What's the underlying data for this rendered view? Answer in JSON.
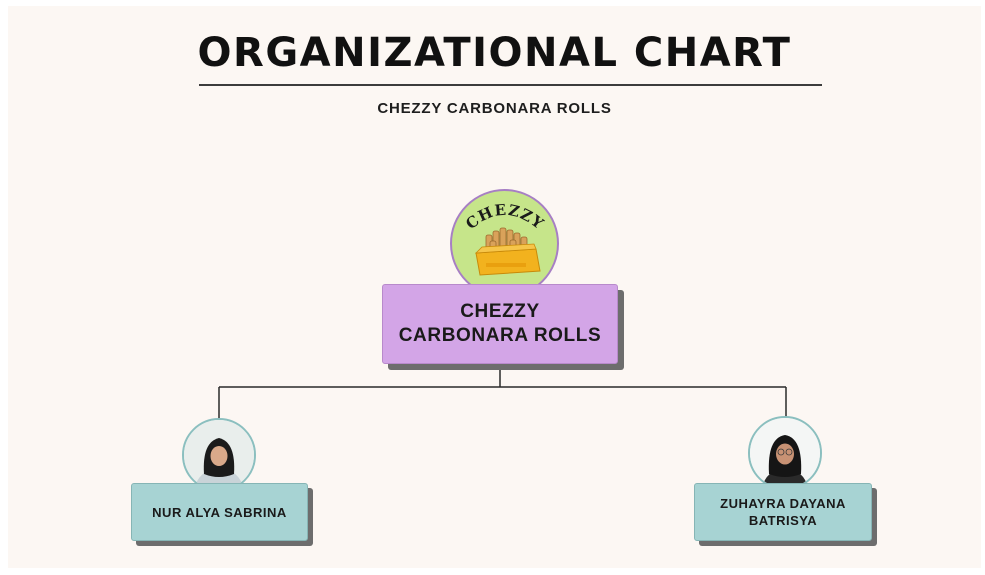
{
  "title": "ORGANIZATIONAL CHART",
  "subtitle": "CHEZZY CARBONARA ROLLS",
  "root": {
    "line1": "CHEZZY",
    "line2": "CARBONARA ROLLS",
    "logo_text": "CHEZZY",
    "logo_icon": "rolls-box-icon"
  },
  "children": [
    {
      "name_line1": "NUR ALYA SABRINA",
      "name_line2": "",
      "avatar_icon": "person-avatar-icon"
    },
    {
      "name_line1": "ZUHAYRA DAYANA",
      "name_line2": "BATRISYA",
      "avatar_icon": "person-avatar-icon"
    }
  ],
  "colors": {
    "background": "#fcf7f3",
    "root_box": "#d3a5e7",
    "child_box": "#a7d3d3",
    "logo_circle": "#c6e58a",
    "shadow": "#6d6d6d",
    "connector": "#2a2a2a"
  }
}
